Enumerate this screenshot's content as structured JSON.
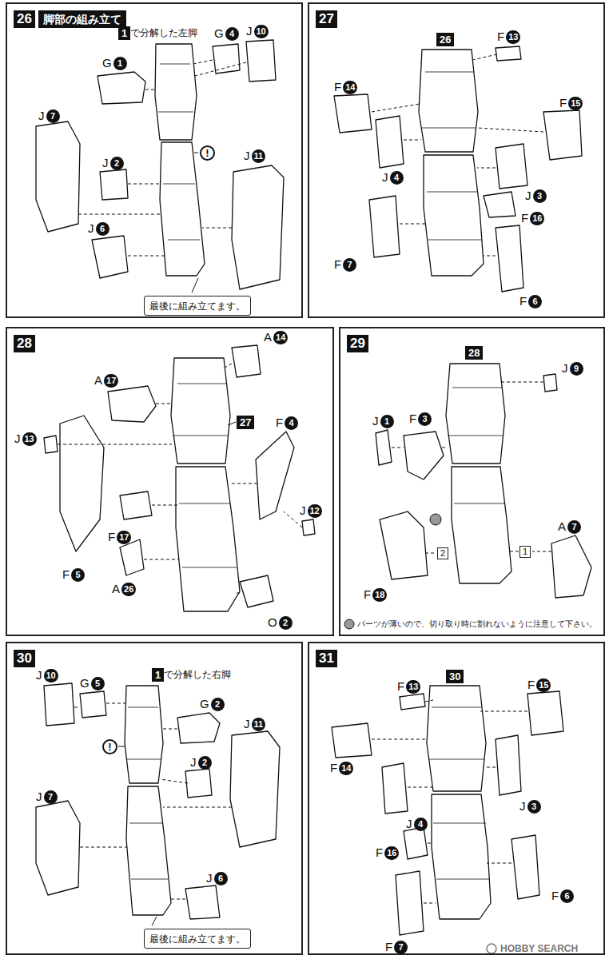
{
  "diagram": {
    "nodes": [
      {
        "text": [
          "26",
          "脚部の組み立て"
        ]
      },
      {
        "text": [
          "最後に組み立てます。"
        ],
        "in": 0
      },
      {
        "text": [
          "27"
        ]
      },
      {
        "text": [
          "28"
        ]
      },
      {
        "text": [
          "29"
        ]
      },
      {
        "text": [
          "30"
        ]
      },
      {
        "text": [
          "最後に組み立てます。"
        ],
        "in": 5
      },
      {
        "text": [
          "31"
        ]
      }
    ],
    "labels": [
      "1",
      "で分解した左脚",
      "G4",
      "J10",
      "G1",
      "!",
      "J7",
      "J2",
      "J11",
      "J6",
      "26",
      "F13",
      "F14",
      "F15",
      "J4",
      "J3",
      "F16",
      "F7",
      "F6",
      "A14",
      "A17",
      "27",
      "J13",
      "F4",
      "J12",
      "F17",
      "F5",
      "A26",
      "O2",
      "28",
      "J9",
      "J1",
      "F3",
      "1",
      "2",
      "F18",
      "A7",
      "パーツが薄いので、切り取り時に割れないように注意して下さい。",
      "J10",
      "G5",
      "1",
      "で分解した右脚",
      "G2",
      "!",
      "J11",
      "J2",
      "J7",
      "J6",
      "30",
      "F13",
      "F15",
      "F14",
      "J3",
      "J4",
      "F16",
      "F6",
      "F7",
      "HOBBY SEARCH"
    ]
  }
}
